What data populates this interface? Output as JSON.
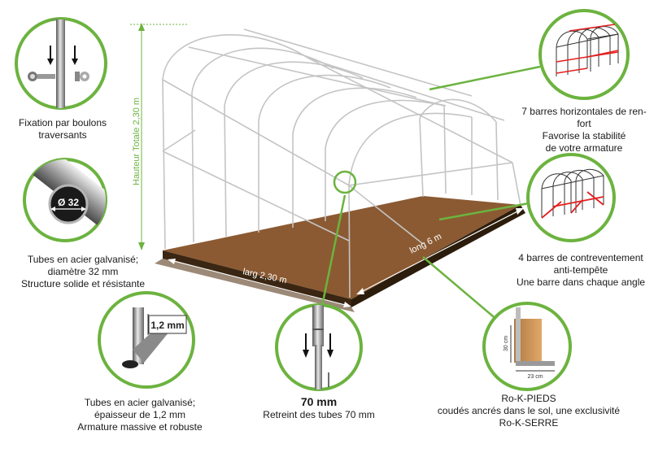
{
  "colors": {
    "accent_green": "#6cb33f",
    "soil": "#8b5a32",
    "soil_edge": "#3a2612",
    "frame": "#c9c9c9",
    "dim_white": "#ffffff",
    "reinforcement_red": "#e32020"
  },
  "dimensions": {
    "height": "Hauteur Totale 2,30 m",
    "width": "larg 2,30 m",
    "length": "long 6 m"
  },
  "insets": {
    "bolt": {
      "icon": "bolt-fixation-icon"
    },
    "tube_diameter": {
      "icon": "tube-section-icon",
      "label": "Ø 32"
    },
    "thickness": {
      "icon": "tube-wall-icon",
      "label": "1,2 mm"
    },
    "retreint": {
      "icon": "tube-joint-icon"
    },
    "horizontal_bars": {
      "icon": "greenhouse-red-horizontal-bars-icon"
    },
    "bracing_bars": {
      "icon": "greenhouse-red-bracing-icon"
    },
    "rok_pieds": {
      "icon": "rok-pied-foot-icon",
      "dim_vertical": "30 cm",
      "dim_horizontal": "23 cm"
    }
  },
  "captions": {
    "bolt": [
      "Fixation par boulons",
      "traversants"
    ],
    "tube_diameter": [
      "Tubes en acier galvanisé;",
      "diamètre 32 mm",
      "Structure solide et résistante"
    ],
    "thickness": [
      "Tubes en acier galvanisé;",
      "épaisseur de 1,2 mm",
      "Armature massive et robuste"
    ],
    "retreint_title": "70 mm",
    "retreint_sub": "Retreint des tubes 70 mm",
    "horizontal_bars": [
      "7 barres horizontales de ren-",
      "fort",
      "Favorise la stabilité",
      "de votre armature"
    ],
    "bracing_bars": [
      "4 barres de contreventement",
      "anti-tempête",
      "Une barre dans chaque angle"
    ],
    "rok_pieds": [
      "Ro-K-PIEDS",
      "coudés ancrés dans le sol, une exclusivité",
      "Ro-K-SERRE"
    ]
  }
}
